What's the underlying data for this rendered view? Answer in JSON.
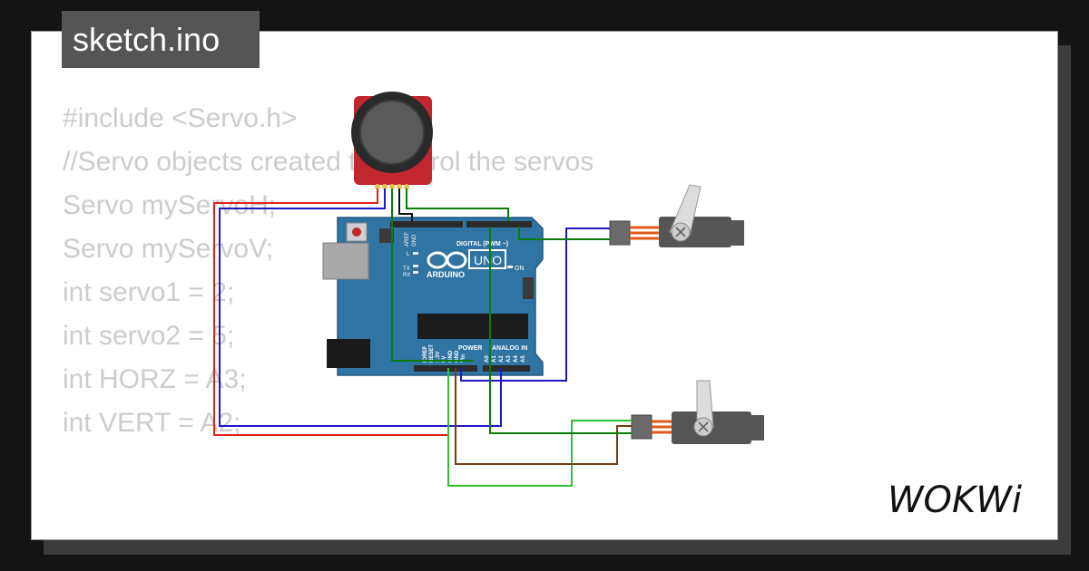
{
  "file_tab": {
    "title": "sketch.ino"
  },
  "code_lines": [
    "#include <Servo.h>",
    "",
    "//Servo objects created to control the servos",
    "Servo myServoH;",
    "Servo myServoV;",
    "",
    "int servo1 = 2;",
    "int servo2 = 5;",
    "int HORZ = A3;",
    "int VERT = A2;"
  ],
  "board": {
    "brand": "ARDUINO",
    "model": "UNO",
    "digital_header": "DIGITAL (PWM ~)",
    "power_header": "POWER",
    "analog_header": "ANALOG IN",
    "on_label": "ON",
    "tx_label": "TX",
    "rx_label": "RX",
    "l_label": "L",
    "aref_label": "AREF",
    "gnd_label": "GND",
    "power_pins": [
      "IOREF",
      "RESET",
      "3.3V",
      "5V",
      "GND",
      "GND",
      "Vin"
    ],
    "analog_pins": [
      "A0",
      "A1",
      "A2",
      "A3",
      "A4",
      "A5"
    ]
  },
  "wire_colors": {
    "red": "#e0211b",
    "blue": "#1b17c7",
    "green": "#0a7d0a",
    "light_green": "#2fc12f",
    "brown": "#7a3a12",
    "black": "#111111"
  },
  "logo": {
    "text": "WOKWi"
  }
}
